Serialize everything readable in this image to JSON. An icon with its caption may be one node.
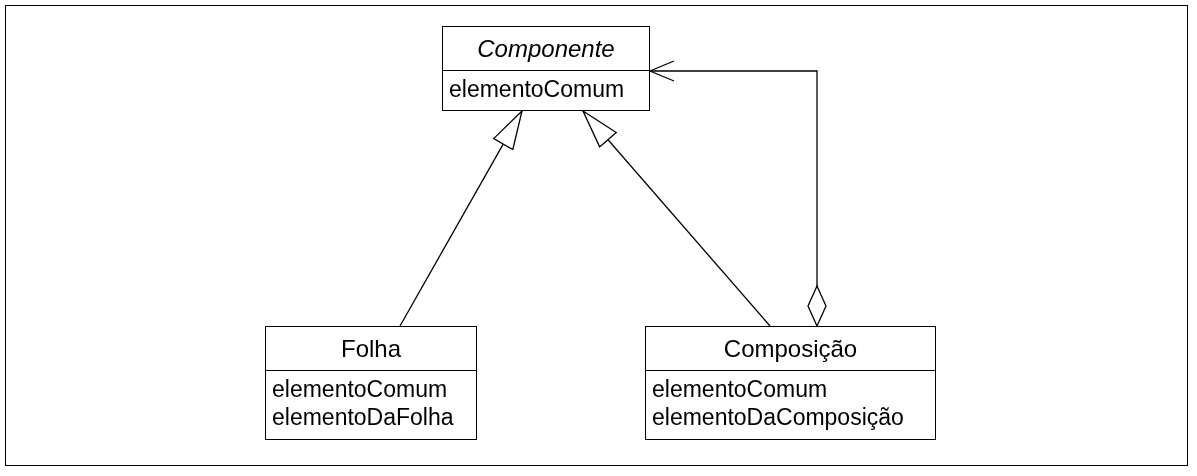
{
  "diagram": {
    "nodes": [
      {
        "text": [
          "Componente",
          "elementoComum"
        ]
      },
      {
        "text": [
          "Folha",
          "elementoComum",
          "elementoDaFolha"
        ]
      },
      {
        "text": [
          "Composição",
          "elementoComum",
          "elementoDaComposição"
        ]
      }
    ],
    "edges": [
      {
        "from": 1,
        "to": 0,
        "arrow": "to"
      },
      {
        "from": 2,
        "to": 0,
        "arrow": "to"
      },
      {
        "from": 2,
        "to": 0,
        "arrow": "to"
      }
    ]
  }
}
